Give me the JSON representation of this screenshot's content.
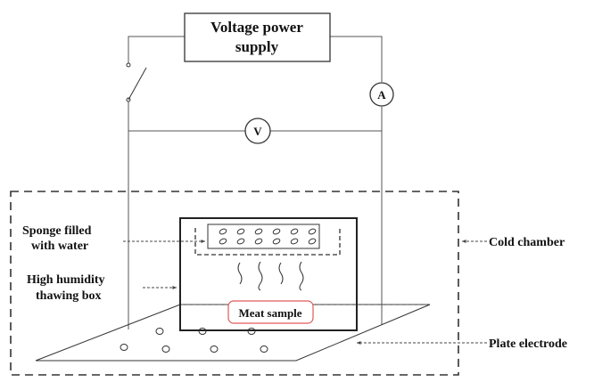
{
  "power_supply": {
    "line1": "Voltage power",
    "line2": "supply"
  },
  "meters": {
    "ammeter": "A",
    "voltmeter": "V"
  },
  "labels": {
    "sponge_line1": "Sponge  filled",
    "sponge_line2": "with water",
    "box_line1": "High humidity",
    "box_line2": "thawing box",
    "meat_sample": "Meat sample",
    "cold_chamber": "Cold chamber",
    "plate_electrode": "Plate electrode"
  },
  "colors": {
    "line": "#444444",
    "text": "#111111",
    "meat_border": "#e05a5a"
  }
}
